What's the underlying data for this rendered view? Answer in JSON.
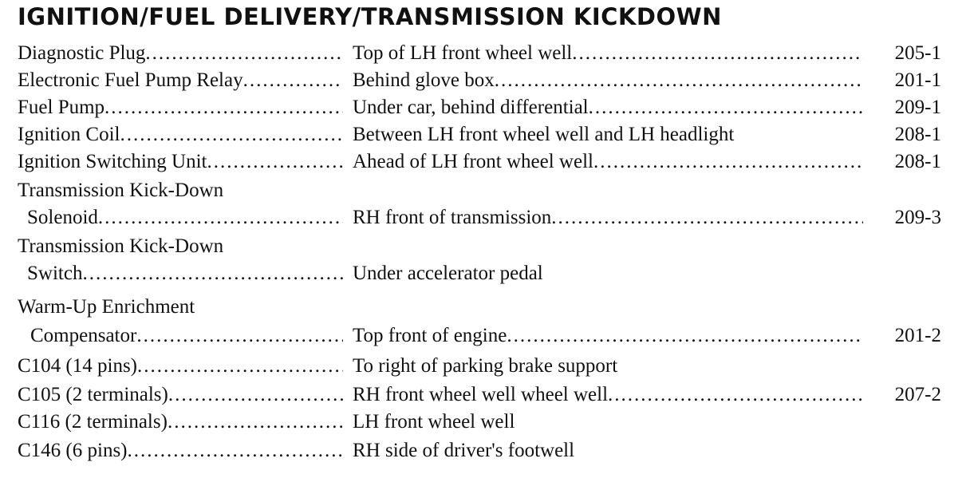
{
  "heading": "IGNITION/FUEL DELIVERY/TRANSMISSION KICKDOWN",
  "rows": [
    {
      "component": "Diagnostic Plug",
      "location": "Top of LH front wheel well",
      "page": "205-1"
    },
    {
      "component": "Electronic Fuel Pump Relay",
      "location": "Behind glove box",
      "page": "201-1"
    },
    {
      "component": "Fuel Pump",
      "location": "Under car, behind differential",
      "page": "209-1"
    },
    {
      "component": "Ignition Coil",
      "location": "Between LH front wheel well and LH headlight",
      "page": "208-1"
    },
    {
      "component": "Ignition Switching Unit",
      "location": "Ahead of LH front wheel well",
      "page": "208-1"
    },
    {
      "component": "Transmission Kick-Down",
      "continuation": "Solenoid",
      "location": "RH front of transmission",
      "page": "209-3"
    },
    {
      "component": "Transmission Kick-Down",
      "continuation": "Switch",
      "location": "Under accelerator pedal",
      "page": ""
    },
    {
      "component": "Warm-Up Enrichment",
      "continuation": "Compensator",
      "location": "Top front of engine",
      "page": "201-2"
    },
    {
      "component": "C104 (14 pins)",
      "location": "To right of parking brake support",
      "page": ""
    },
    {
      "component": "C105 (2 terminals)",
      "location": "RH front wheel well wheel well",
      "page": "207-2"
    },
    {
      "component": "C116 (2 terminals)",
      "location": "LH front wheel well",
      "page": ""
    },
    {
      "component": "C146 (6 pins)",
      "location": "RH side of driver's footwell",
      "page": ""
    }
  ]
}
